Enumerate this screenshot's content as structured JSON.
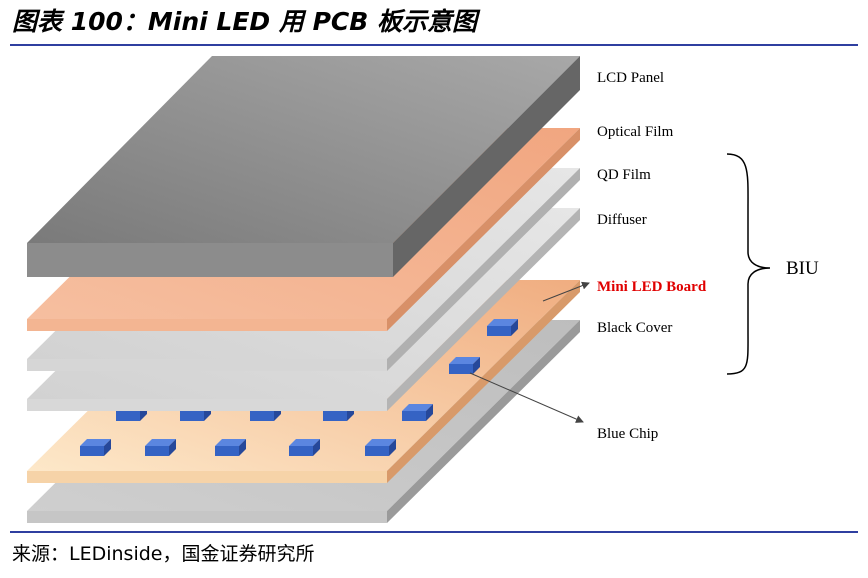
{
  "figure": {
    "title": "图表 100：Mini LED 用 PCB 板示意图",
    "source": "来源：LEDinside，国金证券研究所"
  },
  "labels": {
    "lcd_panel": "LCD Panel",
    "optical_film": "Optical Film",
    "qd_film": "QD Film",
    "diffuser": "Diffuser",
    "mini_led_board": "Mini LED Board",
    "black_cover": "Black Cover",
    "blue_chip": "Blue Chip",
    "biu": "BIU"
  },
  "colors": {
    "lcd_panel": "#8f8f8f",
    "optical_film": "#f4b89a",
    "film_gray": "#d6d6d6",
    "mini_led_board": "#fbe3c2",
    "blue_chip": "#3f6fd0",
    "highlight_label": "#e00000",
    "rule": "#2f3fa0"
  }
}
